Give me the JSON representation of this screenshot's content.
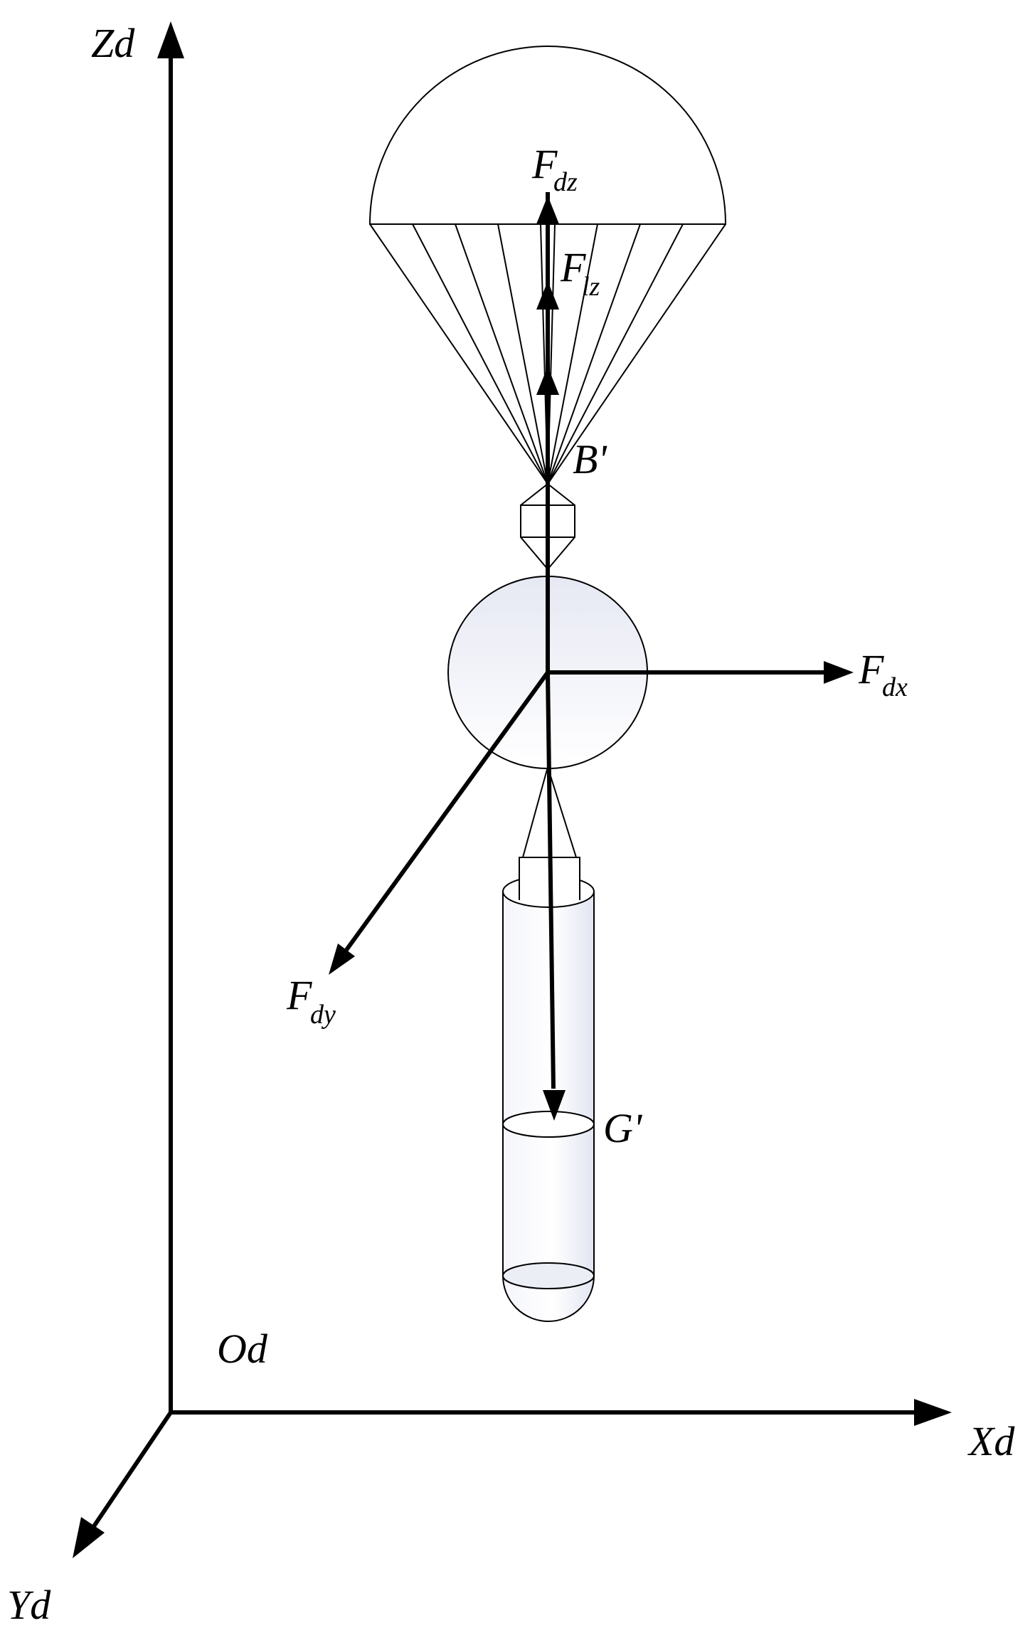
{
  "axes": {
    "z_label": "Zd",
    "x_label": "Xd",
    "y_label": "Yd",
    "origin_label": "Od"
  },
  "points": {
    "b_label": "B'",
    "g_label": "G'"
  },
  "forces": {
    "fdz": {
      "main": "F",
      "sub": "dz"
    },
    "flz": {
      "main": "F",
      "sub": "lz"
    },
    "fdx": {
      "main": "F",
      "sub": "dx"
    },
    "fdy": {
      "main": "F",
      "sub": "dy"
    }
  },
  "colors": {
    "line": "#000000",
    "fill_light": "#e8eaf4"
  }
}
